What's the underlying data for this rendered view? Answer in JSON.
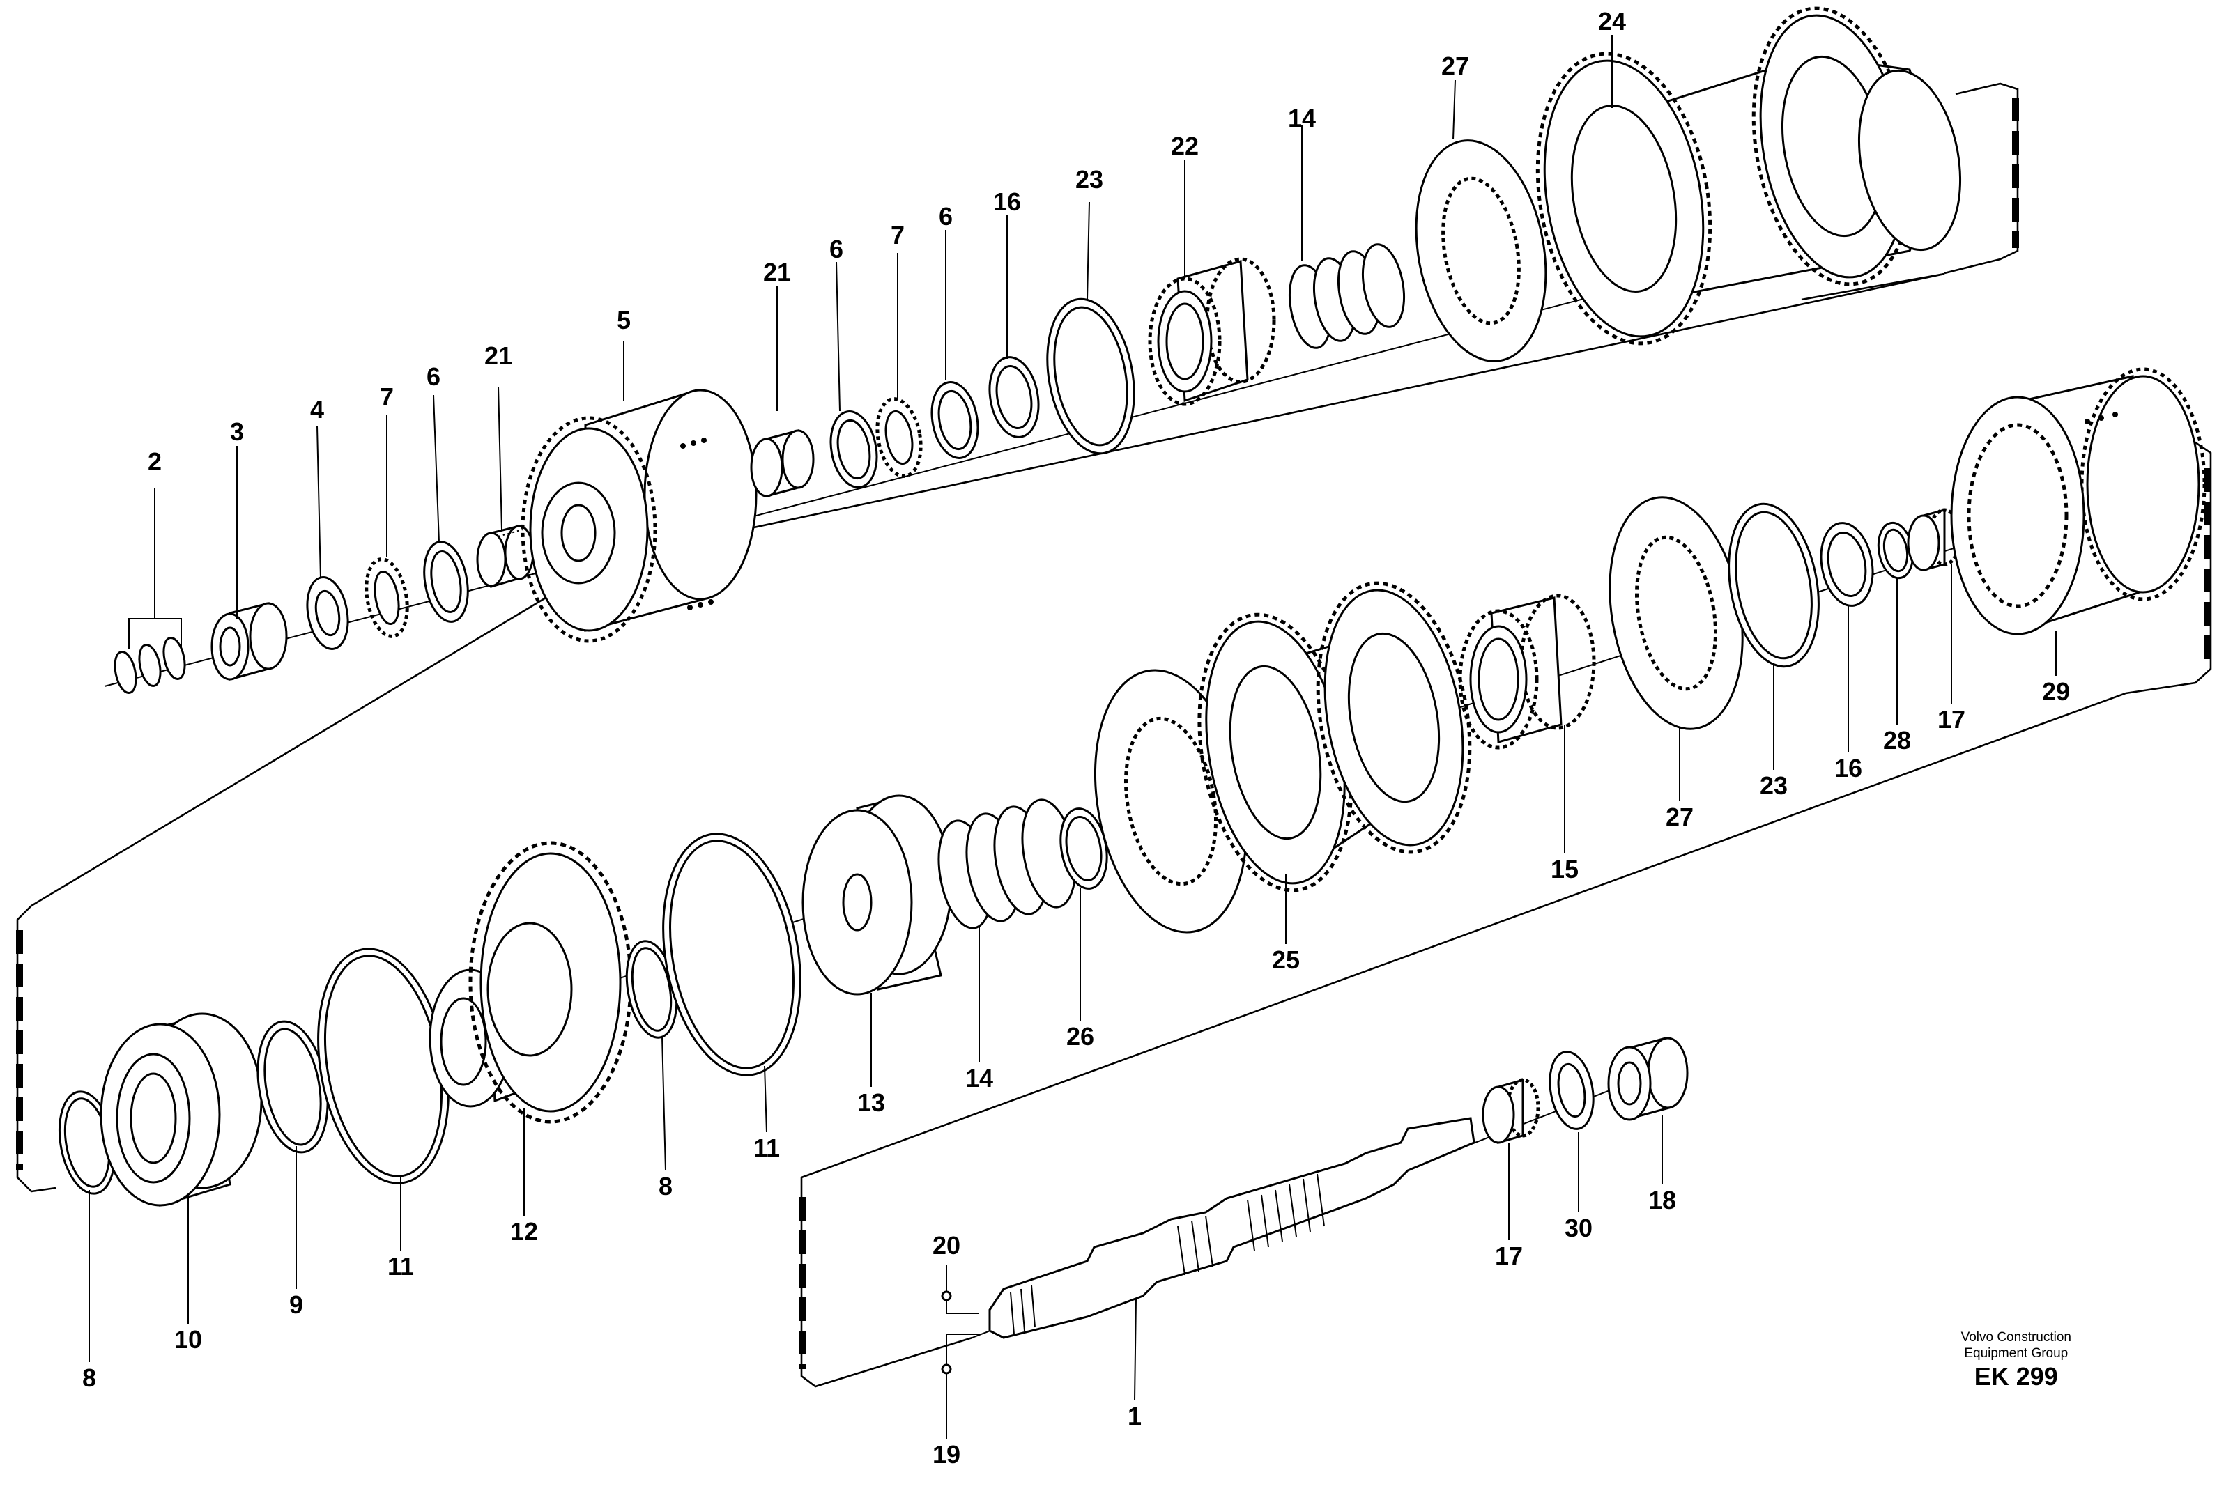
{
  "callouts": [
    "1",
    "2",
    "3",
    "4",
    "5",
    "6",
    "7",
    "8",
    "9",
    "10",
    "11",
    "12",
    "13",
    "14",
    "15",
    "16",
    "17",
    "18",
    "19",
    "20",
    "21",
    "22",
    "23",
    "24",
    "25",
    "26",
    "27",
    "28",
    "29",
    "30"
  ],
  "credit": {
    "line1": "Volvo Construction",
    "line2": "Equipment Group",
    "code": "EK 299"
  }
}
